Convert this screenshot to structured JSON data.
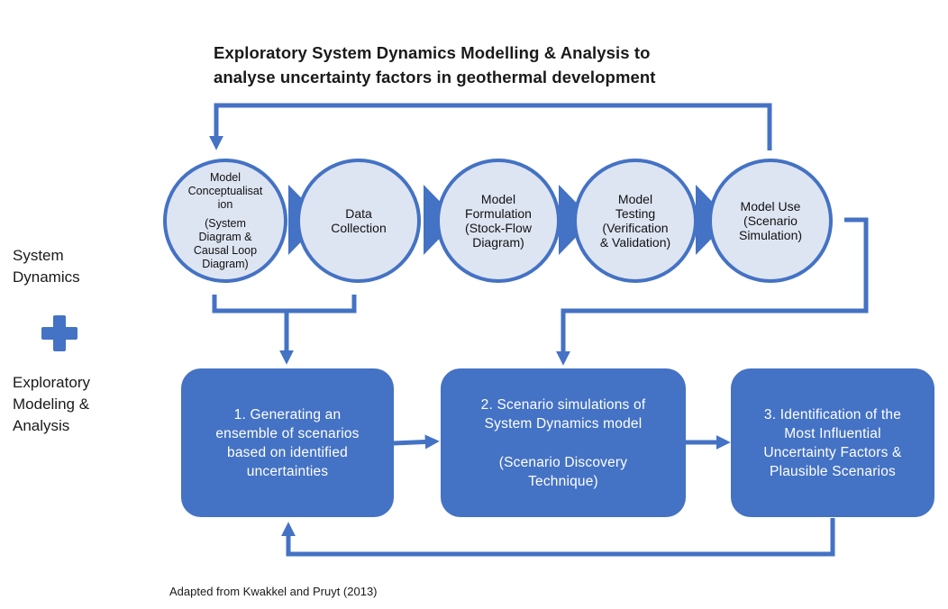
{
  "title": {
    "line1": "Exploratory System Dynamics Modelling & Analysis to",
    "line2": "analyse uncertainty factors in geothermal development"
  },
  "side_labels": {
    "system_dynamics": [
      "System",
      "Dynamics"
    ],
    "exploratory": [
      "Exploratory",
      "Modeling &",
      "Analysis"
    ]
  },
  "process_steps": [
    {
      "lines": [
        "Model",
        "Conceptualisat",
        "ion"
      ],
      "sub": [
        "(System",
        "Diagram &",
        "Causal Loop",
        "Diagram)"
      ]
    },
    {
      "lines": [
        "Data",
        "Collection"
      ]
    },
    {
      "lines": [
        "Model",
        "Formulation",
        "(Stock-Flow",
        "Diagram)"
      ]
    },
    {
      "lines": [
        "Model",
        "Testing",
        "(Verification",
        "& Validation)"
      ]
    },
    {
      "lines": [
        "Model Use",
        "(Scenario",
        "Simulation)"
      ]
    }
  ],
  "stages": [
    {
      "lines": [
        "1. Generating an",
        "ensemble of scenarios",
        "based on identified",
        "uncertainties"
      ]
    },
    {
      "lines": [
        "2. Scenario simulations of",
        "System Dynamics model"
      ],
      "sub": [
        "(Scenario Discovery",
        "Technique)"
      ]
    },
    {
      "lines": [
        "3. Identification of the",
        "Most Influential",
        "Uncertainty Factors &",
        "Plausible Scenarios"
      ]
    }
  ],
  "footnote": "Adapted from Kwakkel and Pruyt (2013)",
  "colors": {
    "accent": "#4472c4",
    "circle_fill": "#dee5f2",
    "text": "#1a1a1a"
  },
  "icons": [
    "plus-icon",
    "arrow-icon"
  ]
}
